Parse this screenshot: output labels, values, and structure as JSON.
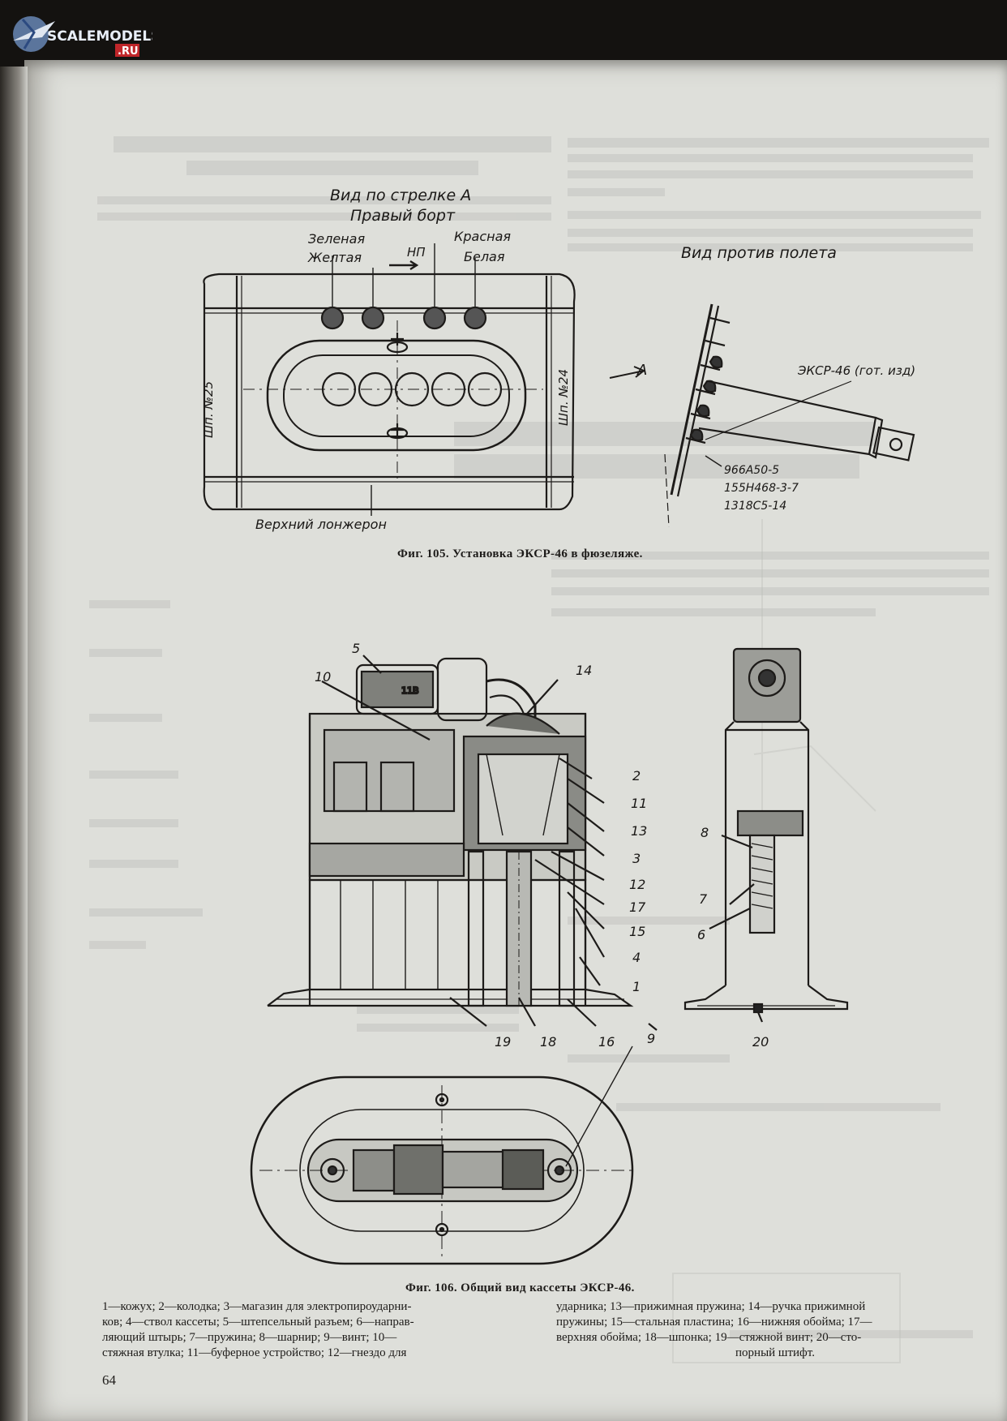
{
  "watermark": {
    "text_left": "SCALEMODELS",
    "text_right": ".RU"
  },
  "fig105": {
    "title_line1": "Вид по стрелке А",
    "title_line2": "Правый борт",
    "label_green": "Зеленая",
    "label_yellow": "Желтая",
    "label_np": "НП",
    "label_red": "Красная",
    "label_white": "Белая",
    "label_frame25": "Шп. №25",
    "label_frame24": "Шп. №24",
    "label_longeron": "Верхний лонжерон",
    "view_label": "Вид против полета",
    "arrow_label": "А",
    "ekcr_label": "ЭКСР-46 (гот. изд)",
    "part1": "966А50-5",
    "part2": "155Н468-3-7",
    "part3": "1318С5-14",
    "caption": "Фиг. 105. Установка ЭКСР-46 в фюзеляже."
  },
  "fig106": {
    "callouts_left": [
      "5",
      "10"
    ],
    "callouts_top": [
      "14"
    ],
    "callouts_right": [
      "2",
      "11",
      "13",
      "3",
      "12",
      "17",
      "15",
      "4",
      "1"
    ],
    "callouts_bottom": [
      "19",
      "18",
      "16",
      "9"
    ],
    "callouts_side": [
      "8",
      "7",
      "6",
      "20"
    ],
    "caption": "Фиг. 106. Общий вид кассеты ЭКСР-46.",
    "legend_left": [
      "1—кожух; 2—колодка; 3—магазин для электропироударни-",
      "ков; 4—ствол кассеты; 5—штепсельный разъем; 6—направ-",
      "ляющий штырь; 7—пружина; 8—шарнир; 9—винт; 10—",
      "стяжная втулка; 11—буферное устройство; 12—гнездо для"
    ],
    "legend_right": [
      "ударника; 13—прижимная пружина; 14—ручка прижимной",
      "пружины; 15—стальная пластина; 16—нижняя обойма; 17—",
      "верхняя обойма; 18—шпонка; 19—стяжной винт; 20—сто-",
      "порный штифт."
    ]
  },
  "page_number": "64",
  "colors": {
    "paper": "#dedfda",
    "ink": "#1d1b19",
    "bleed": "#9a9c96",
    "background": "#141210"
  }
}
